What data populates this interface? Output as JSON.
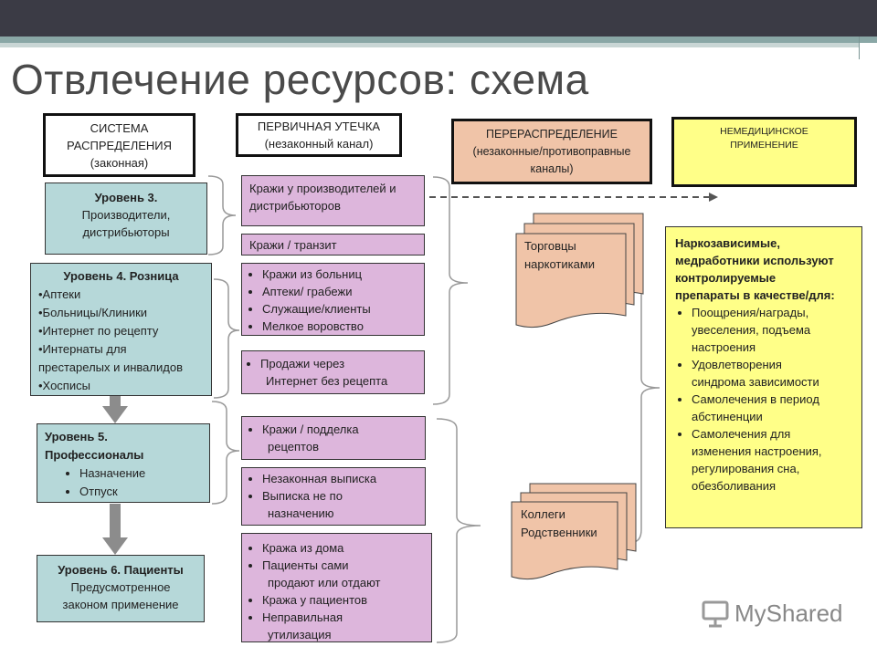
{
  "slide": {
    "title": "Отвлечение ресурсов: схема"
  },
  "headers": {
    "distribution": [
      "СИСТЕМА",
      "РАСПРЕДЕЛЕНИЯ",
      "(законная)"
    ],
    "primary_leak": [
      "ПЕРВИЧНАЯ УТЕЧКА",
      "(незаконный канал)"
    ],
    "redistribution": [
      "ПЕРЕРАСПРЕДЕЛЕНИЕ",
      "(незаконные/противоправные",
      "каналы)"
    ],
    "nonmedical": [
      "НЕМЕДИЦИНСКОЕ",
      "ПРИМЕНЕНИЕ"
    ]
  },
  "levels": {
    "level3": {
      "title": "Уровень 3.",
      "lines": [
        "Производители,",
        "дистрибьюторы"
      ]
    },
    "level4": {
      "title": "Уровень 4. Розница",
      "items": [
        "•Аптеки",
        "•Больницы/Клиники",
        "•Интернет по рецепту",
        "•Интернаты для",
        "престарелых и инвалидов",
        "•Хосписы"
      ]
    },
    "level5": {
      "title1": "Уровень 5.",
      "title2": "Профессионалы",
      "items": [
        "Назначение",
        "Отпуск"
      ]
    },
    "level6": {
      "title": "Уровень 6. Пациенты",
      "lines": [
        "Предусмотренное",
        "законом применение"
      ]
    }
  },
  "leaks": {
    "manufacturers": "Кражи у производителей и дистрибьюторов",
    "transit": "Кражи / транзит",
    "retail": [
      "Кражи из больниц",
      "Аптеки/ грабежи",
      "Служащие/клиенты",
      "Мелкое воровство"
    ],
    "internet": [
      "Продажи через",
      "Интернет без рецепта"
    ],
    "prescriptions": [
      "Кражи / подделка",
      "рецептов"
    ],
    "prescribing": [
      "Незаконная выписка",
      "Выписка не по",
      "назначению"
    ],
    "patients": [
      "Кража из дома",
      "Пациенты сами",
      "продают или отдают",
      "Кража у пациентов",
      "Неправильная",
      "утилизация"
    ]
  },
  "redistribution": {
    "dealers": [
      "Торговцы",
      "наркотиками"
    ],
    "relatives": [
      "Коллеги",
      "Родственники"
    ]
  },
  "nonmedical_use": {
    "intro": [
      "Наркозависимые,",
      "медработники используют",
      "контролируемые",
      "препараты  в качестве/для:"
    ],
    "items": [
      [
        "Поощрения/награды,",
        "увеселения, подъема",
        "настроения"
      ],
      [
        "Удовлетворения",
        "синдрома зависимости"
      ],
      [
        "Самолечения в период",
        "абстиненции"
      ],
      [
        "Самолечения для",
        "изменения настроения,",
        "регулирования сна,",
        "обезболивания"
      ]
    ]
  },
  "watermark": {
    "text": "MyShared"
  },
  "colors": {
    "teal": "#b6d8d9",
    "pink": "#ddb6dc",
    "salmon": "#f0c4a8",
    "yellow": "#ffff88",
    "arrow": "#8c8c8c"
  }
}
